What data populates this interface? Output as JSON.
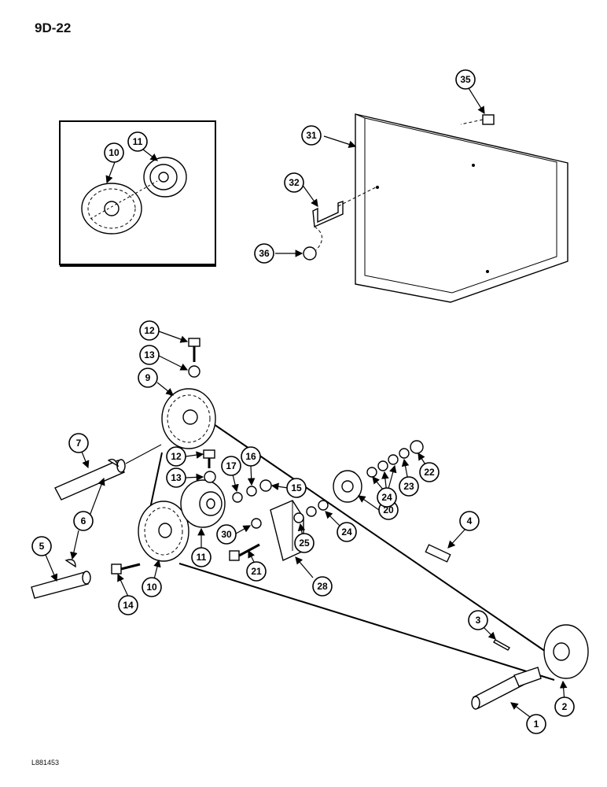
{
  "page_number": "9D-22",
  "figure_code": "L881453",
  "callouts": [
    "1",
    "2",
    "3",
    "4",
    "5",
    "6",
    "6",
    "7",
    "9",
    "10",
    "10",
    "11",
    "11",
    "12",
    "12",
    "13",
    "13",
    "14",
    "15",
    "16",
    "17",
    "20",
    "21",
    "22",
    "23",
    "24",
    "24",
    "25",
    "28",
    "30",
    "31",
    "32",
    "35",
    "36"
  ]
}
